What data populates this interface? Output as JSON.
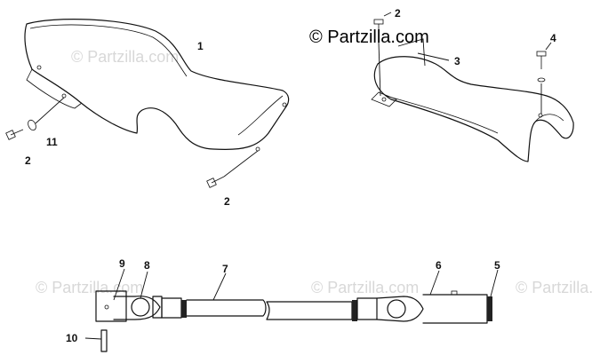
{
  "watermark": {
    "main_text": "© Partzilla.com",
    "repeat_text": "© Partzilla.com"
  },
  "callouts": {
    "c1": "1",
    "c2a": "2",
    "c2b": "2",
    "c2c": "2",
    "c3": "3",
    "c4": "4",
    "c5": "5",
    "c6": "6",
    "c7": "7",
    "c8": "8",
    "c9": "9",
    "c10": "10",
    "c11": "11"
  },
  "colors": {
    "line": "#111111",
    "watermark": "#d8d8d8",
    "background": "#ffffff"
  }
}
